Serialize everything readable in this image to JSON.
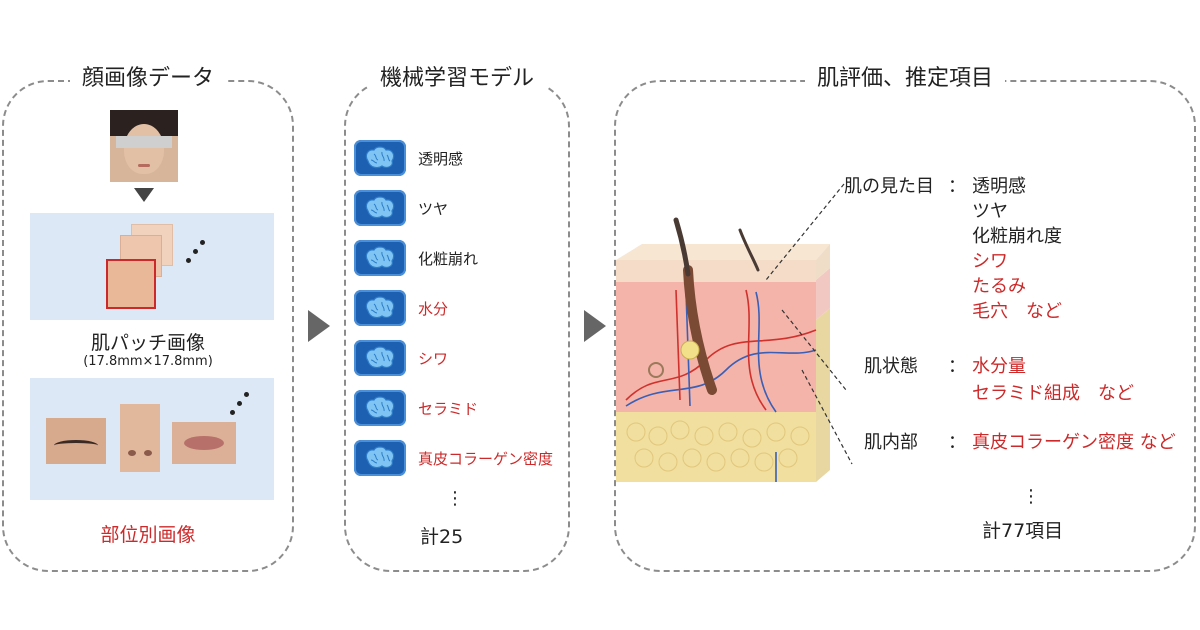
{
  "panels": {
    "face": {
      "title": "顔画像データ"
    },
    "model": {
      "title": "機械学習モデル"
    },
    "eval": {
      "title": "肌評価、推定項目"
    }
  },
  "face": {
    "patch_caption": "肌パッチ画像",
    "patch_size": "(17.8mm×17.8mm)",
    "region_caption": "部位別画像"
  },
  "models": [
    {
      "label": "透明感",
      "color": "#222222"
    },
    {
      "label": "ツヤ",
      "color": "#222222"
    },
    {
      "label": "化粧崩れ",
      "color": "#222222"
    },
    {
      "label": "水分",
      "color": "#cc2a2a"
    },
    {
      "label": "シワ",
      "color": "#cc2a2a"
    },
    {
      "label": "セラミド",
      "color": "#cc2a2a"
    },
    {
      "label": "真皮コラーゲン密度",
      "color": "#cc2a2a"
    }
  ],
  "model_ellipsis": "⋮",
  "model_total": "計25",
  "eval": {
    "appearance": {
      "heading": "肌の見た目",
      "colon": "：",
      "items": [
        {
          "label": "透明感",
          "color": "#222222"
        },
        {
          "label": "ツヤ",
          "color": "#222222"
        },
        {
          "label": "化粧崩れ度",
          "color": "#222222"
        },
        {
          "label": "シワ",
          "color": "#cc2a2a"
        },
        {
          "label": "たるみ",
          "color": "#cc2a2a"
        },
        {
          "label": "毛穴　など",
          "color": "#cc2a2a"
        }
      ]
    },
    "state": {
      "heading": "肌状態",
      "colon": "：",
      "items": [
        {
          "label": "水分量",
          "color": "#cc2a2a"
        },
        {
          "label": "セラミド組成　など",
          "color": "#cc2a2a"
        }
      ]
    },
    "inner": {
      "heading": "肌内部",
      "colon": "：",
      "items": [
        {
          "label": "真皮コラーゲン密度 など",
          "color": "#cc2a2a"
        }
      ]
    },
    "ellipsis": "⋮",
    "total": "計77項目"
  },
  "colors": {
    "accent_red": "#cc2a2a",
    "brain_blue": "#1d5fb0",
    "panel_bg": "#dde8f6"
  }
}
